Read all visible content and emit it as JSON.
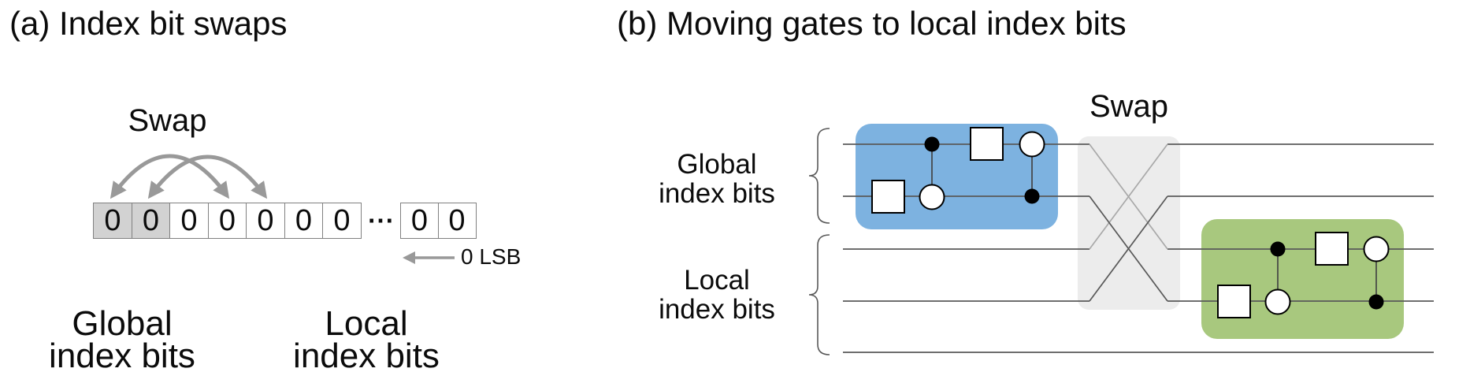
{
  "colors": {
    "text": "#0b0b0b",
    "block_blue": "#7DB2E0",
    "block_green": "#A8C87E",
    "swap_box": "#ECECEC",
    "cell_shaded": "#D2D2D2",
    "cell_border": "#808080",
    "arrow_gray": "#999999",
    "wire_dark": "#595959",
    "cross_light": "#A9A9A9"
  },
  "icons": {
    "swap_arcs": "two crossing double-headed arc arrows",
    "lsb_arrow": "left-pointing arrow",
    "swap_crossing": "wire-crossing X box",
    "braces": "curly braces grouping wires"
  },
  "panel_a": {
    "title": "(a) Index bit swaps",
    "swap_label": "Swap",
    "ellipsis": "⋯",
    "lsb_label": "0 LSB",
    "global_label": "Global\nindex bits",
    "local_label": "Local\nindex bits",
    "bit_groups": [
      {
        "bits": [
          {
            "value": "0",
            "shaded": true
          },
          {
            "value": "0",
            "shaded": true
          },
          {
            "value": "0",
            "shaded": false
          },
          {
            "value": "0",
            "shaded": false
          },
          {
            "value": "0",
            "shaded": false
          },
          {
            "value": "0",
            "shaded": false
          },
          {
            "value": "0",
            "shaded": false
          }
        ]
      },
      {
        "bits": [
          {
            "value": "0",
            "shaded": false
          },
          {
            "value": "0",
            "shaded": false
          }
        ]
      }
    ]
  },
  "panel_b": {
    "title": "(b) Moving gates to local index bits",
    "swap_label": "Swap",
    "global_label": "Global\nindex bits",
    "local_label": "Local\nindex bits"
  }
}
